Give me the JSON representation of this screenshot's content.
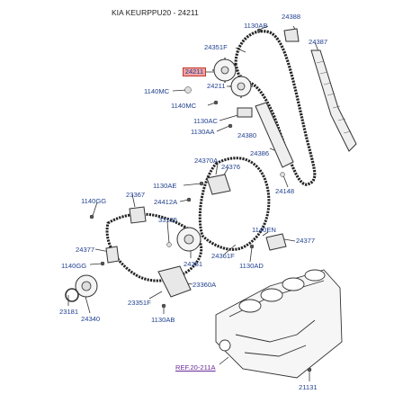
{
  "header": {
    "title": "KIA KEURPPU20 - 24211"
  },
  "callouts": {
    "c_1130AB_top": "1130AB",
    "c_24388": "24388",
    "c_24387": "24387",
    "c_24351F_top": "24351F",
    "c_24211_highlight": "24211",
    "c_1140MC_a": "1140MC",
    "c_24211_b": "24211",
    "c_1140MC_b": "1140MC",
    "c_1130AC": "1130AC",
    "c_1130AA": "1130AA",
    "c_24380": "24380",
    "c_24386": "24386",
    "c_24370A": "24370A",
    "c_24376": "24376",
    "c_1130AE": "1130AE",
    "c_24412A": "24412A",
    "c_24148": "24148",
    "c_1140GG_top": "1140GG",
    "c_23367": "23367",
    "c_33135": "33135",
    "c_1140EN": "1140EN",
    "c_24377_left": "24377",
    "c_24377_right": "24377",
    "c_1140GG_mid": "1140GG",
    "c_24361F": "24361F",
    "c_24351": "24351",
    "c_1130AD": "1130AD",
    "c_23360A": "23360A",
    "c_23181": "23181",
    "c_24340": "24340",
    "c_23351F": "23351F",
    "c_1130AB_bottom": "1130AB",
    "c_ref": "REF.20-211A",
    "c_21131": "21131"
  },
  "colors": {
    "label": "#1f3f8f",
    "line": "#333333",
    "highlight": "#f2a3a3",
    "ref": "#6b2a9a"
  }
}
